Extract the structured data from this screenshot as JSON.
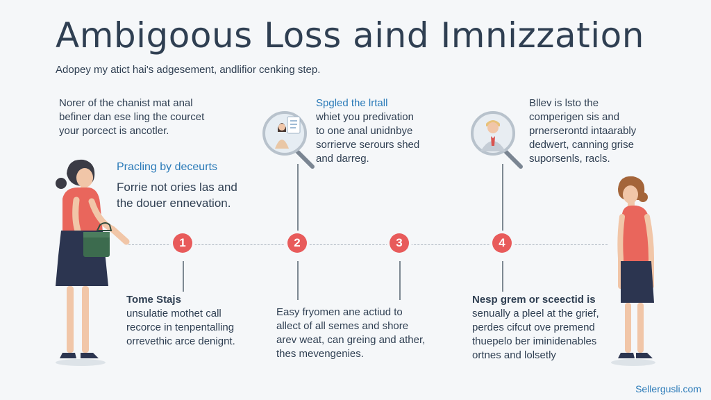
{
  "title": "Ambigoous Loss aind Imnizzation",
  "subtitle": "Adopey my atict hai's adgesement, andlifior cenking step.",
  "intro_block": {
    "lines": [
      "Norer of the chanist mat anal",
      "befiner dan ese ling the courcet",
      "your porcect is ancotler."
    ]
  },
  "left_callout": {
    "heading": "Pracling by deceurts",
    "lines": [
      "Forrie not ories las and",
      "the douer ennevation."
    ]
  },
  "top_callout_2": {
    "heading": "Spgled the lrtall",
    "lines": [
      "whiet you predivation",
      "to one anal unidnbye",
      "sorrierve serours shed",
      "and darreg."
    ]
  },
  "top_callout_4": {
    "lines": [
      "Bllev is lsto the",
      "comperigen sis and",
      "prnerserontd intaarably",
      "dedwert, canning grise",
      "suporsenls, racls."
    ]
  },
  "steps": [
    {
      "number": "1"
    },
    {
      "number": "2"
    },
    {
      "number": "3"
    },
    {
      "number": "4"
    }
  ],
  "bottom_1": {
    "heading": "Tome Stajs",
    "lines": [
      "unsulatie mothet call",
      "recorce in tenpentalling",
      "orrevethic arce denignt."
    ]
  },
  "bottom_3": {
    "lines": [
      "Easy fryomen ane actiud to",
      "allect of all semes and shore",
      "arev weat, can greing and ather,",
      "thes mevengenies."
    ]
  },
  "bottom_4": {
    "heading": "Nesp grem or sceectid is",
    "lines": [
      "senually a pleel at the grief,",
      "perdes cifcut ove premend",
      "thuepelo ber iminidenables",
      "ortnes and lolsetly"
    ]
  },
  "footer": "Sellergusli.com",
  "colors": {
    "accent": "#2a7ab8",
    "node": "#e85b5b",
    "text": "#2f3f52",
    "background": "#f5f7f9"
  },
  "icons": [
    "woman-handing-bag-figure",
    "magnifier-woman-icon",
    "magnifier-man-icon",
    "woman-standing-figure"
  ]
}
